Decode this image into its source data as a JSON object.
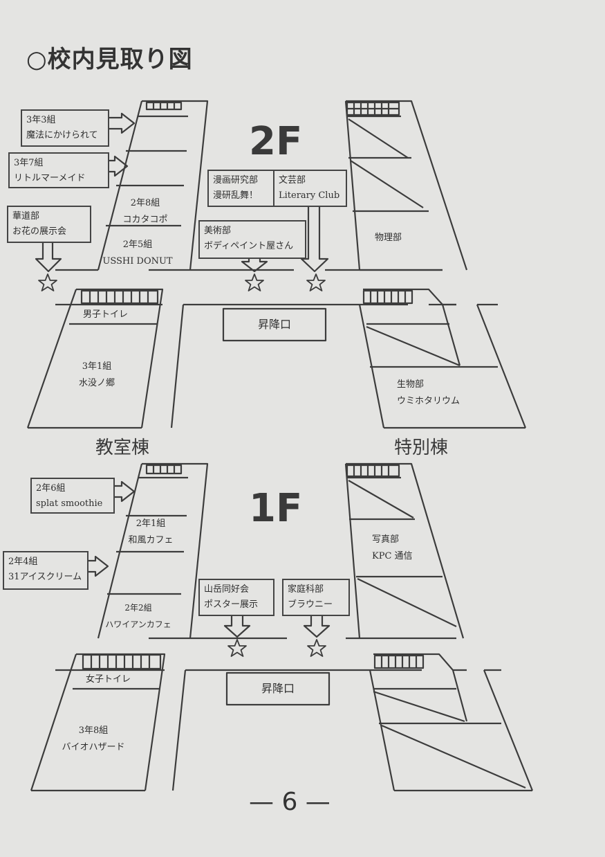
{
  "title": "○校内見取り図",
  "floors": {
    "upper": "2F",
    "lower": "1F"
  },
  "buildings": {
    "classroom": "教室棟",
    "special": "特別棟"
  },
  "stairs": "昇降口",
  "page_number": "— 6 —",
  "f2": {
    "callouts": {
      "c3_3": [
        "3年3組",
        "魔法にかけられて"
      ],
      "c3_7": [
        "3年7組",
        "リトルマーメイド"
      ],
      "kado": [
        "華道部",
        "お花の展示会"
      ],
      "manga": [
        "漫画研究部",
        "漫研乱舞！"
      ],
      "bungei": [
        "文芸部",
        "Literary Club"
      ],
      "bijutsu": [
        "美術部",
        "ボディペイント屋さん"
      ]
    },
    "rooms": {
      "c2_8": [
        "2年8組",
        "コカタコポ"
      ],
      "c2_5": [
        "2年5組",
        "USSHI DONUT"
      ],
      "boys": "男子トイレ",
      "c3_1": [
        "3年1組",
        "水没ノ郷"
      ],
      "physics": "物理部",
      "biology": [
        "生物部",
        "ウミホタリウム"
      ]
    }
  },
  "f1": {
    "callouts": {
      "c2_6": [
        "2年6組",
        "splat smoothie"
      ],
      "c2_4": [
        "2年4組",
        "31アイスクリーム"
      ],
      "sangaku": [
        "山岳同好会",
        "ポスター展示"
      ],
      "katei": [
        "家庭科部",
        "ブラウニー"
      ]
    },
    "rooms": {
      "c2_1": [
        "2年1組",
        "和風カフェ"
      ],
      "c2_2": [
        "2年2組",
        "ハワイアンカフェ"
      ],
      "girls": "女子トイレ",
      "c3_8": [
        "3年8組",
        "バイオハザード"
      ],
      "photo": [
        "写真部",
        "KPC 通信"
      ]
    }
  }
}
